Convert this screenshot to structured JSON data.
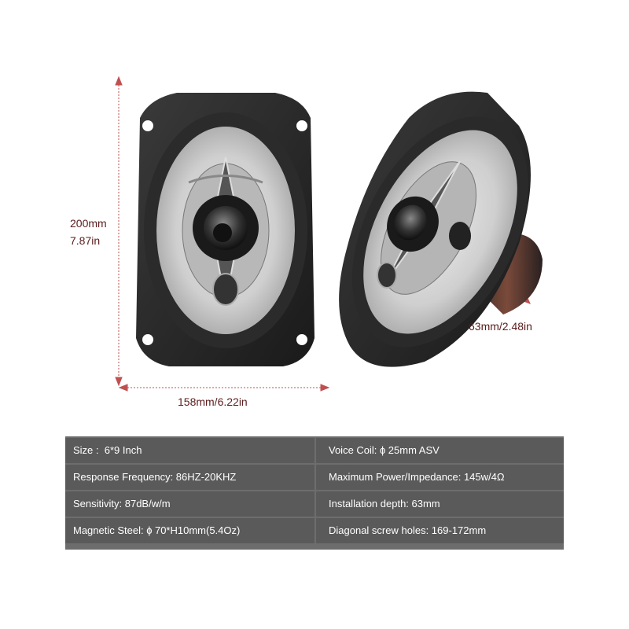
{
  "dimensions": {
    "height_mm": "200mm",
    "height_in": "7.87in",
    "width": "158mm/6.22in",
    "depth": "63mm/2.48in"
  },
  "specs": {
    "rows": [
      {
        "left": "Size :  6*9 Inch",
        "right": "Voice Coil: ɸ 25mm ASV"
      },
      {
        "left": "Response Frequency: 86HZ-20KHZ",
        "right": "Maximum Power/Impedance: 145w/4Ω"
      },
      {
        "left": "Sensitivity: 87dB/w/m",
        "right": "Installation depth: 63mm"
      },
      {
        "left": "Magnetic Steel: ɸ 70*H10mm(5.4Oz)",
        "right": "Diagonal screw holes: 169-172mm"
      }
    ]
  },
  "colors": {
    "dimension_line": "#c05050",
    "table_background": "#5a5a5a",
    "table_text": "#ffffff"
  }
}
